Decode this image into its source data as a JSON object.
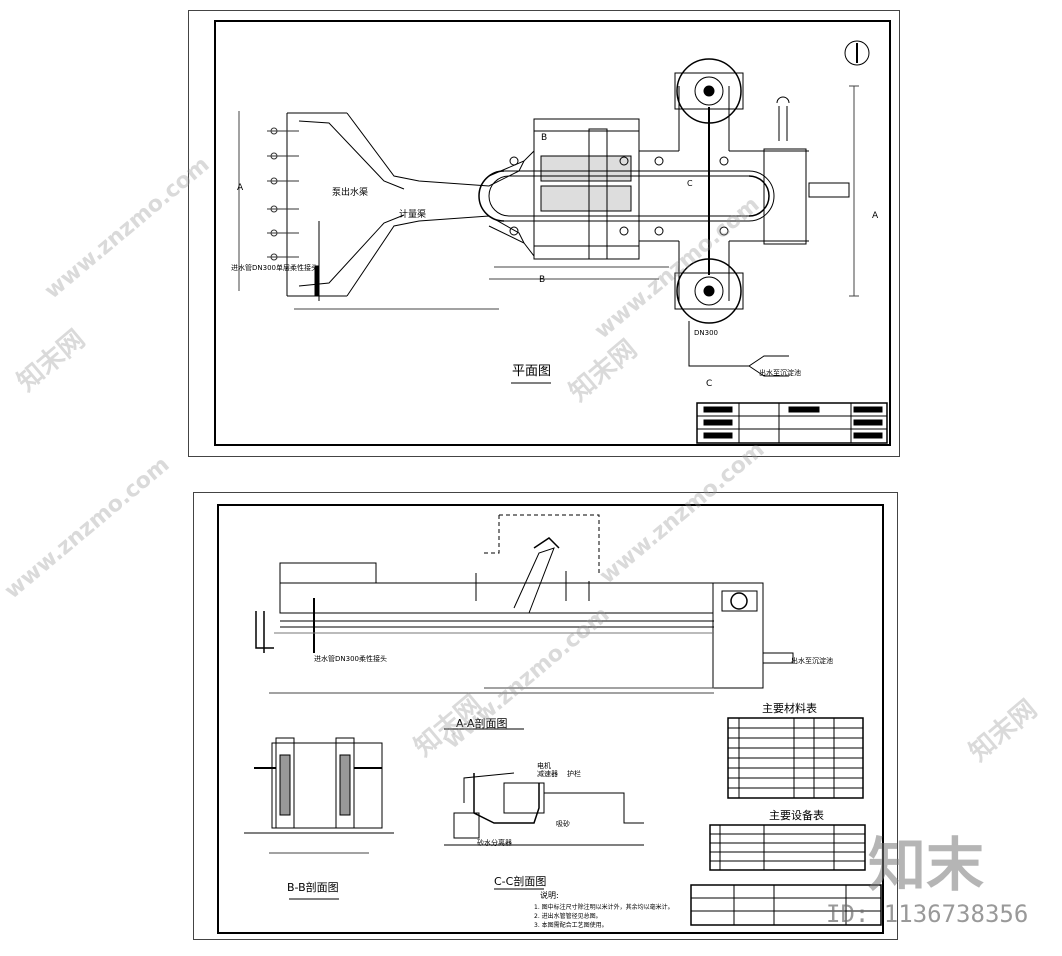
{
  "top_sheet": {
    "view_title": "平面图",
    "labels": {
      "pump_well": "泵出水渠",
      "meter_channel": "计量渠",
      "inlet_pipe": "进水管DN300单层柔性接头",
      "section_a": "A",
      "section_b": "B",
      "section_c": "C",
      "inner_c": "C",
      "outlet_note": "出水至沉淀池",
      "lower_tag": "DN300"
    }
  },
  "bottom_sheet": {
    "section_aa": "A-A剖面图",
    "section_bb": "B-B剖面图",
    "section_cc": "C-C剖面图",
    "materials_table_title": "主要材料表",
    "equipment_table_title": "主要设备表",
    "notes_title": "说明:",
    "notes": [
      "1. 图中标注尺寸除注明以米计外，其余均以毫米计。",
      "2. 进出水管管径见总图。",
      "3. 本图需配合工艺图使用。"
    ],
    "labels": {
      "pipe_note": "进水管DN300柔性接头",
      "outlet": "出水至沉淀池",
      "cc_label_1": "电机",
      "cc_label_2": "减速器",
      "cc_label_3": "护栏",
      "cc_label_4": "吸砂",
      "cc_label_5": "砂水分离器"
    }
  },
  "watermark": {
    "site_text": "www.znzmo.com",
    "brand_logo": "知末网",
    "corner_logo": "知末",
    "image_id": "ID: 1136738356"
  }
}
